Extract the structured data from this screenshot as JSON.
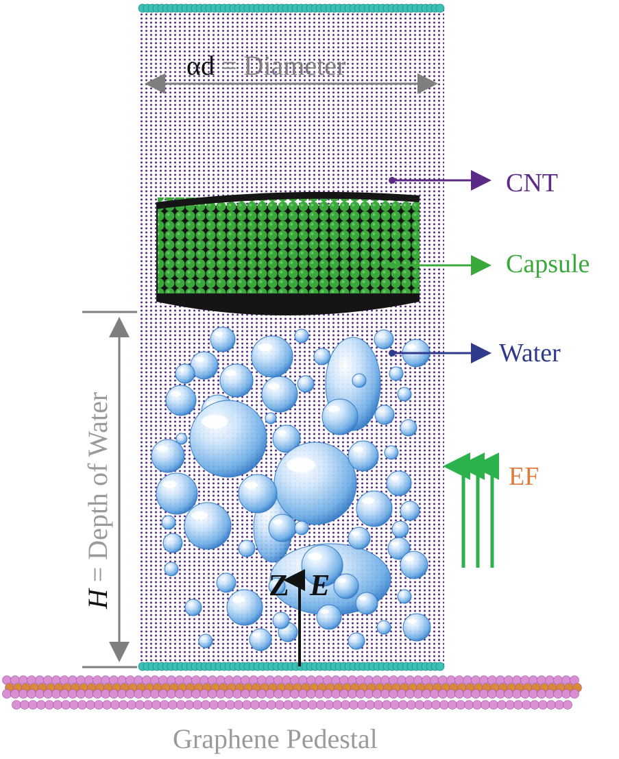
{
  "labels": {
    "diameter_prefix": "αd",
    "diameter_rest": " = Diameter",
    "cnt": "CNT",
    "capsule": "Capsule",
    "water": "Water",
    "ef": "EF",
    "graphene": "Graphene Pedestal",
    "depth_prefix": "H",
    "depth_rest": " = Depth of Water",
    "axis_z": "Z",
    "axis_e": "E"
  },
  "colors": {
    "cnt": "#5b2a86",
    "capsule": "#3aa83a",
    "water": "#2e3a8c",
    "ef": "#e07b39",
    "field_arrow": "#2bb24c",
    "ring": "#3cbfb4",
    "graphene_pink": "#d98fd4",
    "graphene_orange": "#d8893a",
    "dim_gray": "#7f7f7f"
  },
  "icons": {
    "field": "triple-up-arrow-icon",
    "axis": "up-arrow-icon",
    "pointer": "right-arrow-icon"
  }
}
